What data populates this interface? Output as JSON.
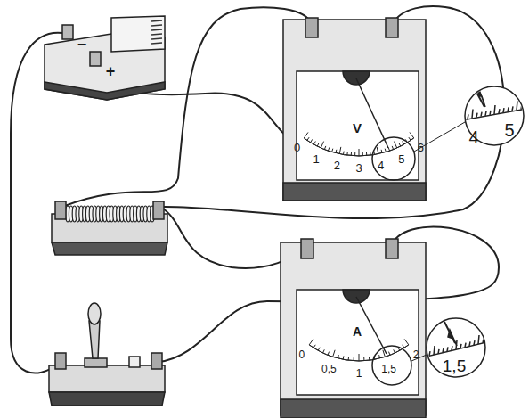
{
  "diagram": {
    "labels": [
      "−",
      "+",
      "V",
      "0",
      "1",
      "2",
      "3",
      "4",
      "5",
      "6",
      "4",
      "5",
      "A",
      "0",
      "0,5",
      "1",
      "1,5",
      "2",
      "1,5"
    ]
  }
}
